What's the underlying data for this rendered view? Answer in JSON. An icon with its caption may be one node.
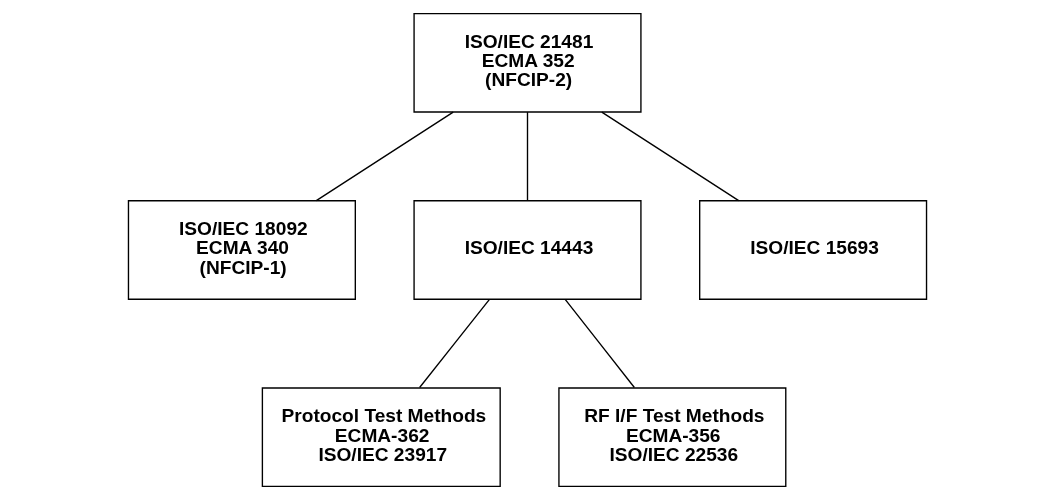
{
  "diagram": {
    "nodes": [
      {
        "text": [
          "ISO/IEC 21481",
          "ECMA 352",
          "(NFCIP-2)"
        ]
      },
      {
        "text": [
          "ISO/IEC 18092",
          "ECMA 340",
          "(NFCIP-1)"
        ]
      },
      {
        "text": [
          "ISO/IEC 14443"
        ]
      },
      {
        "text": [
          "ISO/IEC 15693"
        ]
      },
      {
        "text": [
          "Protocol Test Methods",
          "ECMA-362",
          "ISO/IEC 23917"
        ]
      },
      {
        "text": [
          "RF I/F Test Methods",
          "ECMA-356",
          "ISO/IEC 22536"
        ]
      }
    ],
    "edges": [
      {
        "from": 0,
        "to": 1,
        "arrow": "none"
      },
      {
        "from": 0,
        "to": 2,
        "arrow": "none"
      },
      {
        "from": 0,
        "to": 3,
        "arrow": "none"
      },
      {
        "from": 2,
        "to": 4,
        "arrow": "none"
      },
      {
        "from": 2,
        "to": 5,
        "arrow": "none"
      }
    ]
  }
}
